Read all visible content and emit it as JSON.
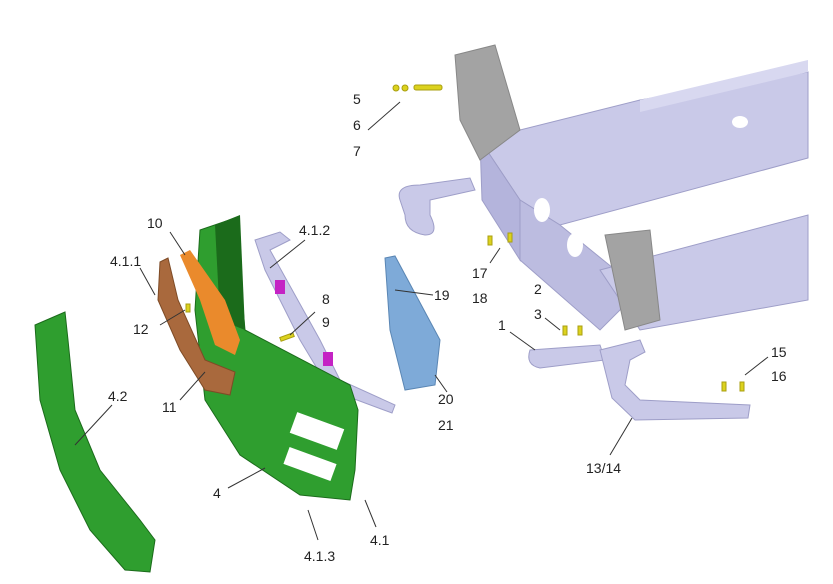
{
  "colors": {
    "frame": "#c9c9e8",
    "frame_dark": "#9e9ec8",
    "bumper_green": "#2f9e2f",
    "bumper_dark": "#1b6b1b",
    "absorber_brown": "#a9693d",
    "plate_orange": "#ea8a2c",
    "grille_blue": "#7eaad8",
    "bolt_yellow": "#dcd21e",
    "clip_magenta": "#c423c4",
    "bracket_gray": "#a3a3a3"
  },
  "labels": {
    "l5": "5",
    "l6": "6",
    "l7": "7",
    "l10": "10",
    "l411": "4.1.1",
    "l412": "4.1.2",
    "l12": "12",
    "l8": "8",
    "l9": "9",
    "l19": "19",
    "l17": "17",
    "l18": "18",
    "l2": "2",
    "l3": "3",
    "l1": "1",
    "l15": "15",
    "l16": "16",
    "l42": "4.2",
    "l11": "11",
    "l20": "20",
    "l21": "21",
    "l1314": "13/14",
    "l4": "4",
    "l413": "4.1.3",
    "l41": "4.1"
  }
}
